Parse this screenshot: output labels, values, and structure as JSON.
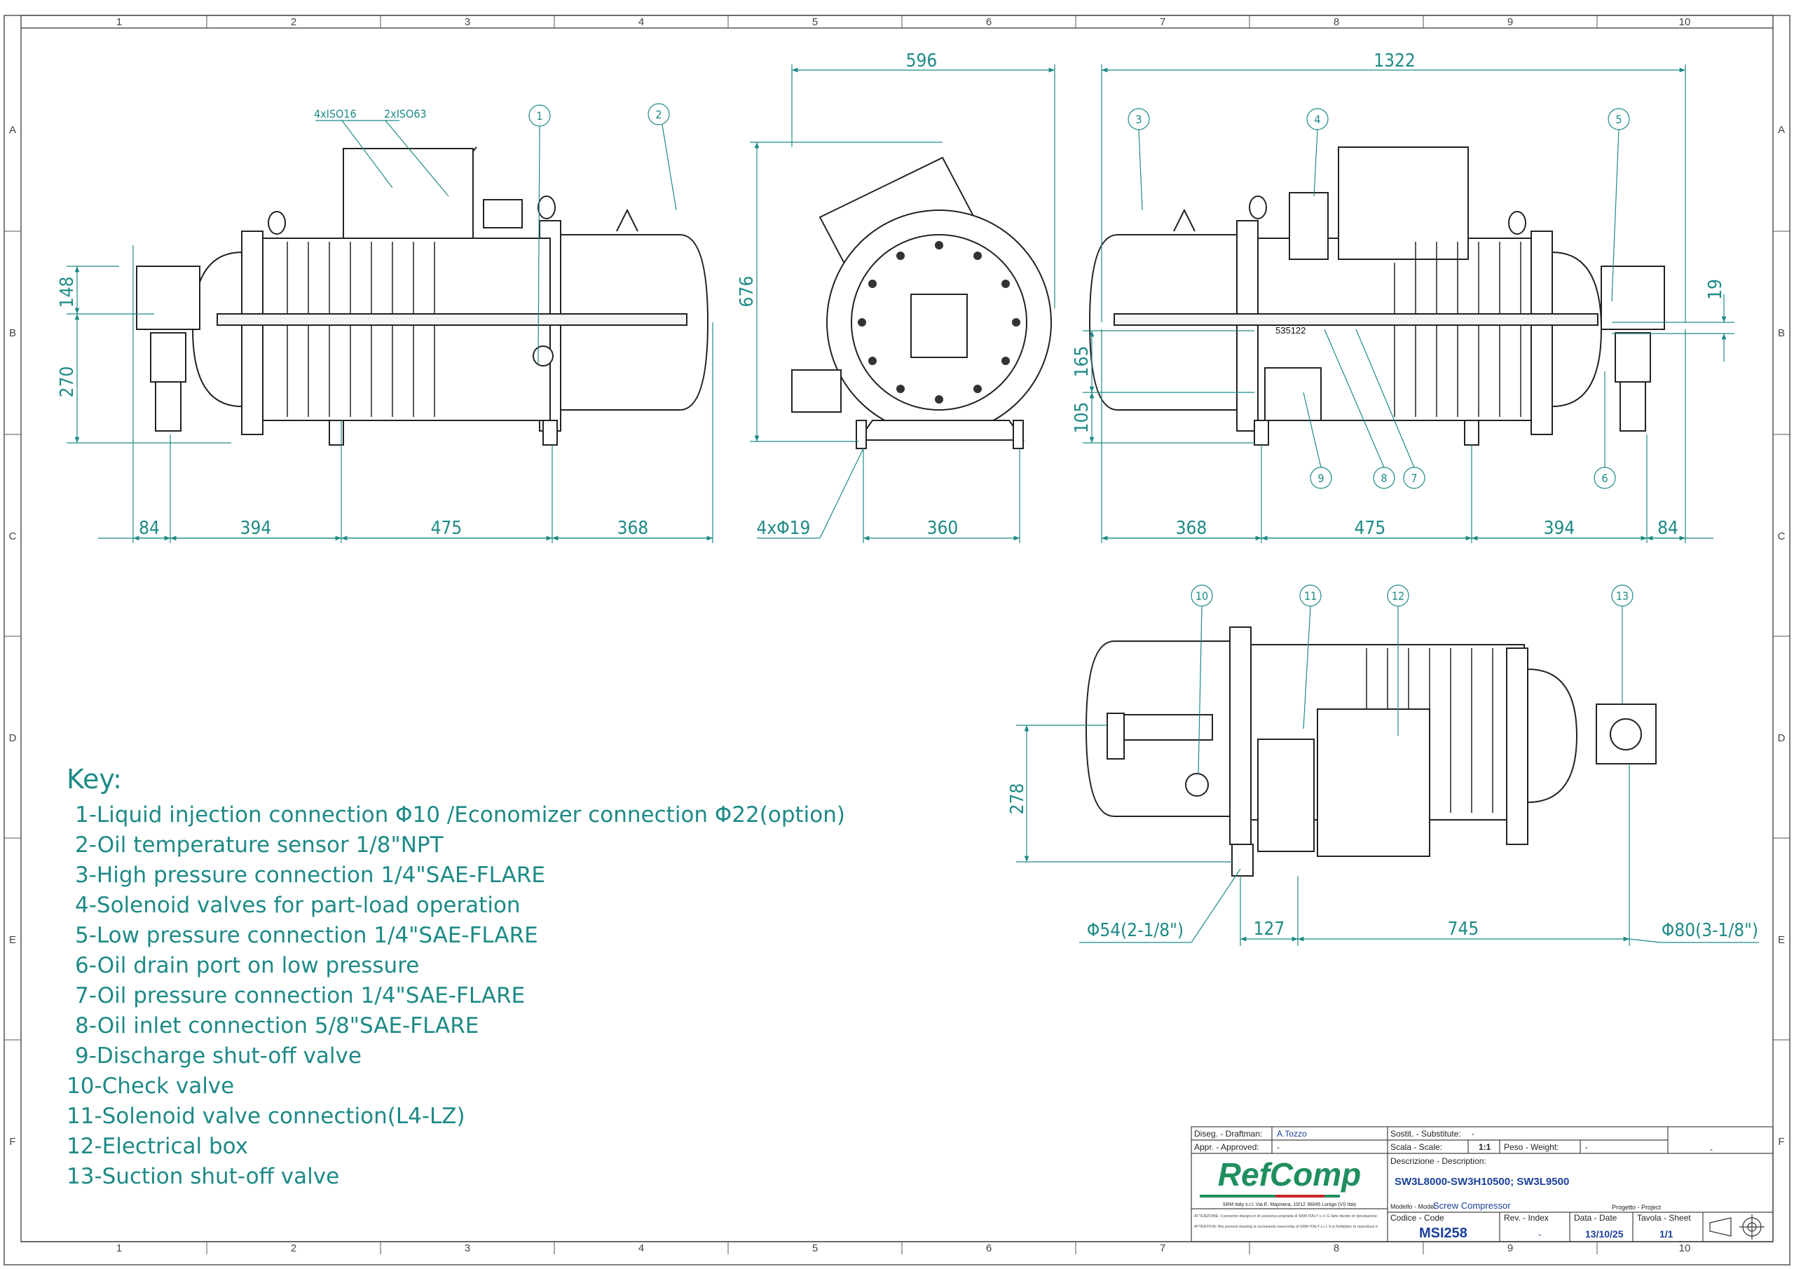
{
  "frame": {
    "columns": [
      "1",
      "2",
      "3",
      "4",
      "5",
      "6",
      "7",
      "8",
      "9",
      "10"
    ],
    "rows": [
      "A",
      "B",
      "C",
      "D",
      "E",
      "F"
    ]
  },
  "view_left": {
    "labels": {
      "iso016": "4xISO16",
      "iso063": "2xISO63"
    },
    "callouts": [
      "1",
      "2"
    ],
    "dims": {
      "h148": "148",
      "h270": "270",
      "w84": "84",
      "w394": "394",
      "w475": "475",
      "w368": "368"
    }
  },
  "view_front": {
    "dims": {
      "w596": "596",
      "h676": "676",
      "holes": "4xΦ19",
      "w360": "360"
    }
  },
  "view_right": {
    "callouts": [
      "3",
      "4",
      "5",
      "6",
      "7",
      "8",
      "9"
    ],
    "plate": "535122",
    "dims": {
      "w1322": "1322",
      "h19": "19",
      "h165": "165",
      "h105": "105",
      "w368": "368",
      "w475": "475",
      "w394": "394",
      "w84": "84"
    }
  },
  "view_bottom": {
    "callouts": [
      "10",
      "11",
      "12",
      "13"
    ],
    "dims": {
      "h278": "278",
      "d54": "Φ54(2-1/8\")",
      "w127": "127",
      "w745": "745",
      "d80": "Φ80(3-1/8\")"
    }
  },
  "key": {
    "title": "Key:",
    "items": [
      "1-Liquid injection connection Φ10 /Economizer connection Φ22(option)",
      "2-Oil temperature sensor 1/8\"NPT",
      "3-High pressure connection 1/4\"SAE-FLARE",
      "4-Solenoid valves for part-load operation",
      "5-Low pressure connection 1/4\"SAE-FLARE",
      "6-Oil drain port on low pressure",
      "7-Oil pressure connection 1/4\"SAE-FLARE",
      "8-Oil inlet connection 5/8\"SAE-FLARE",
      "9-Discharge shut-off valve",
      "10-Check valve",
      "11-Solenoid valve connection(L4-LZ)",
      "12-Electrical box",
      "13-Suction shut-off valve"
    ]
  },
  "title_block": {
    "draftman_label": "Diseg. - Draftman:",
    "draftman": "A.Tozzo",
    "approved_label": "Appr. - Approved:",
    "approved": "-",
    "substitute_label": "Sostit. - Substitute:",
    "substitute": "-",
    "scale_label": "Scala - Scale:",
    "scale": "1:1",
    "weight_label": "Peso - Weight:",
    "weight": "-",
    "corner_dash": "-",
    "description_label": "Descrizione - Description:",
    "description": "SW3L8000-SW3H10500; SW3L9500",
    "logo": "RefComp",
    "company": "SRM Italy s.r.l. Via E. Majorana, 10/12 36045 Lonigo (VI) Italy",
    "model_label": "Modello - Model",
    "model": "Screw Compressor",
    "project_label": "Progetto - Project",
    "code_label": "Codice - Code",
    "code": "MSI258",
    "rev_label": "Rev. - Index",
    "rev": "-",
    "date_label": "Data - Date",
    "date": "13/10/25",
    "sheet_label": "Tavola - Sheet",
    "sheet": "1/1",
    "notice1": "ATTENZIONE: il presente disegno è di esclusiva proprietà di SRM ITALY s.r.l. È fatto divieto di riproduzione",
    "notice2": "ATTENTION: this present drawing is exclusively ownership of SRM ITALY s.r.l. It is forbidden to reproduce it"
  },
  "colors": {
    "dim": "#1d8a86",
    "line": "#222222",
    "logo": "#1f8f5e"
  }
}
